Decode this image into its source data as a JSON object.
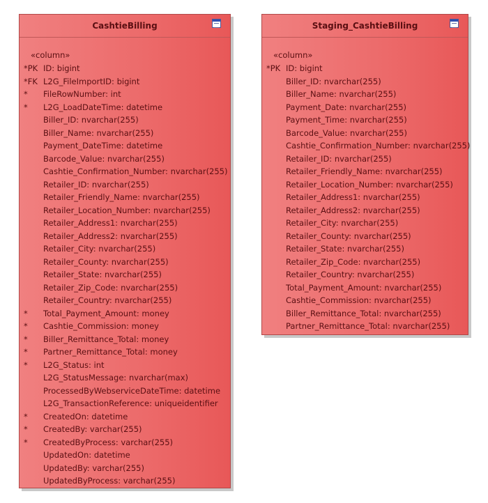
{
  "entities": [
    {
      "title": "CashtieBilling",
      "stereotype": "«column»",
      "rows": [
        {
          "marker": "*PK",
          "text": "ID: bigint"
        },
        {
          "marker": "*FK",
          "text": "L2G_FileImportID: bigint"
        },
        {
          "marker": "*",
          "text": "FileRowNumber: int"
        },
        {
          "marker": "*",
          "text": "L2G_LoadDateTime: datetime"
        },
        {
          "marker": "",
          "text": "Biller_ID: nvarchar(255)"
        },
        {
          "marker": "",
          "text": "Biller_Name: nvarchar(255)"
        },
        {
          "marker": "",
          "text": "Payment_DateTime: datetime"
        },
        {
          "marker": "",
          "text": "Barcode_Value: nvarchar(255)"
        },
        {
          "marker": "",
          "text": "Cashtie_Confirmation_Number: nvarchar(255)"
        },
        {
          "marker": "",
          "text": "Retailer_ID: nvarchar(255)"
        },
        {
          "marker": "",
          "text": "Retailer_Friendly_Name: nvarchar(255)"
        },
        {
          "marker": "",
          "text": "Retailer_Location_Number: nvarchar(255)"
        },
        {
          "marker": "",
          "text": "Retailer_Address1: nvarchar(255)"
        },
        {
          "marker": "",
          "text": "Retailer_Address2: nvarchar(255)"
        },
        {
          "marker": "",
          "text": "Retailer_City: nvarchar(255)"
        },
        {
          "marker": "",
          "text": "Retailer_County: nvarchar(255)"
        },
        {
          "marker": "",
          "text": "Retailer_State: nvarchar(255)"
        },
        {
          "marker": "",
          "text": "Retailer_Zip_Code: nvarchar(255)"
        },
        {
          "marker": "",
          "text": "Retailer_Country: nvarchar(255)"
        },
        {
          "marker": "*",
          "text": "Total_Payment_Amount: money"
        },
        {
          "marker": "*",
          "text": "Cashtie_Commission: money"
        },
        {
          "marker": "*",
          "text": "Biller_Remittance_Total: money"
        },
        {
          "marker": "*",
          "text": "Partner_Remittance_Total: money"
        },
        {
          "marker": "*",
          "text": "L2G_Status: int"
        },
        {
          "marker": "",
          "text": "L2G_StatusMessage: nvarchar(max)"
        },
        {
          "marker": "",
          "text": "ProcessedByWebserviceDateTime: datetime"
        },
        {
          "marker": "",
          "text": "L2G_TransactionReference: uniqueidentifier"
        },
        {
          "marker": "*",
          "text": "CreatedOn: datetime"
        },
        {
          "marker": "*",
          "text": "CreatedBy: varchar(255)"
        },
        {
          "marker": "*",
          "text": "CreatedByProcess: varchar(255)"
        },
        {
          "marker": "",
          "text": "UpdatedOn: datetime"
        },
        {
          "marker": "",
          "text": "UpdatedBy: varchar(255)"
        },
        {
          "marker": "",
          "text": "UpdatedByProcess: varchar(255)"
        }
      ]
    },
    {
      "title": "Staging_CashtieBilling",
      "stereotype": "«column»",
      "rows": [
        {
          "marker": "*PK",
          "text": "ID: bigint"
        },
        {
          "marker": "",
          "text": "Biller_ID: nvarchar(255)"
        },
        {
          "marker": "",
          "text": "Biller_Name: nvarchar(255)"
        },
        {
          "marker": "",
          "text": "Payment_Date: nvarchar(255)"
        },
        {
          "marker": "",
          "text": "Payment_Time: nvarchar(255)"
        },
        {
          "marker": "",
          "text": "Barcode_Value: nvarchar(255)"
        },
        {
          "marker": "",
          "text": "Cashtie_Confirmation_Number: nvarchar(255)"
        },
        {
          "marker": "",
          "text": "Retailer_ID: nvarchar(255)"
        },
        {
          "marker": "",
          "text": "Retailer_Friendly_Name: nvarchar(255)"
        },
        {
          "marker": "",
          "text": "Retailer_Location_Number: nvarchar(255)"
        },
        {
          "marker": "",
          "text": "Retailer_Address1: nvarchar(255)"
        },
        {
          "marker": "",
          "text": "Retailer_Address2: nvarchar(255)"
        },
        {
          "marker": "",
          "text": "Retailer_City: nvarchar(255)"
        },
        {
          "marker": "",
          "text": "Retailer_County: nvarchar(255)"
        },
        {
          "marker": "",
          "text": "Retailer_State: nvarchar(255)"
        },
        {
          "marker": "",
          "text": "Retailer_Zip_Code: nvarchar(255)"
        },
        {
          "marker": "",
          "text": "Retailer_Country: nvarchar(255)"
        },
        {
          "marker": "",
          "text": "Total_Payment_Amount: nvarchar(255)"
        },
        {
          "marker": "",
          "text": "Cashtie_Commission: nvarchar(255)"
        },
        {
          "marker": "",
          "text": "Biller_Remittance_Total: nvarchar(255)"
        },
        {
          "marker": "",
          "text": "Partner_Remittance_Total: nvarchar(255)"
        }
      ]
    }
  ]
}
